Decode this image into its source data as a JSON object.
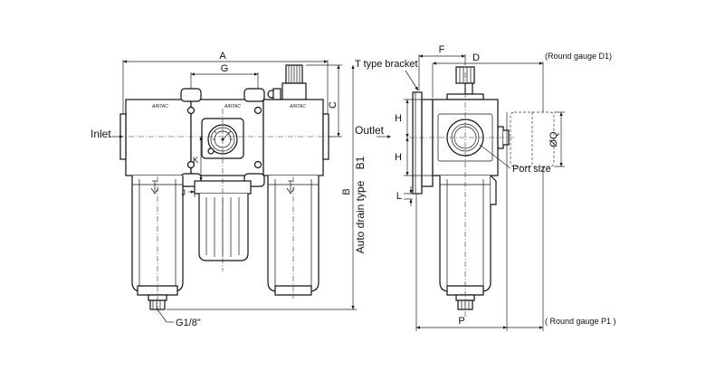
{
  "labels": {
    "A": "A",
    "G": "G",
    "C": "C",
    "B": "B",
    "B1": "B1",
    "auto_drain": "Auto drain type",
    "K": "K",
    "J": "J",
    "inlet": "Inlet",
    "outlet": "Outlet",
    "g18": "G1/8\"",
    "t_bracket": "T type bracket",
    "F": "F",
    "D": "D",
    "H_top": "H",
    "H_bottom": "H",
    "L": "L",
    "P": "P",
    "Q": "ØQ",
    "port_size": "Port size",
    "round_gauge_d1": "(Round gauge D1)",
    "round_gauge_p1": "( Round gauge P1 )"
  }
}
